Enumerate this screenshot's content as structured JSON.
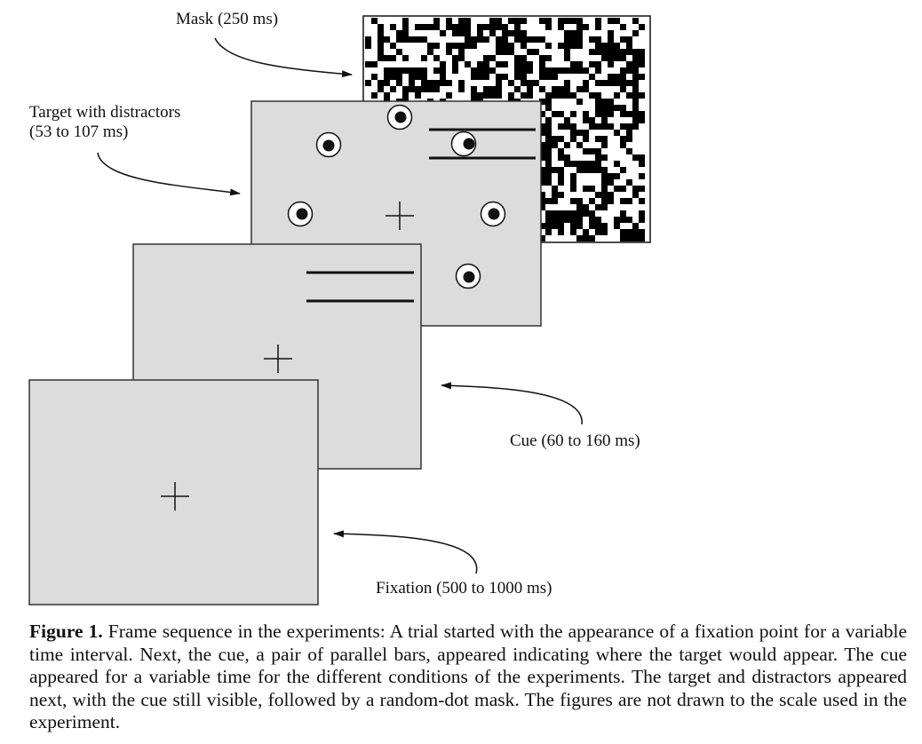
{
  "frames": [
    {
      "id": "mask",
      "label_line1": "Mask (250 ms)"
    },
    {
      "id": "target",
      "label_line1": "Target with distractors",
      "label_line2": "(53 to 107 ms)"
    },
    {
      "id": "cue",
      "label_line1": "Cue (60 to 160 ms)"
    },
    {
      "id": "fixation",
      "label_line1": "Fixation (500 to 1000 ms)"
    }
  ],
  "caption": {
    "figure_label": "Figure 1.",
    "text": "Frame sequence in the experiments: A trial started with the appearance of a fixation point for a variable time interval. Next, the cue, a pair of parallel bars, appeared indicating where the target would appear. The cue appeared for a variable time for the different conditions of the experiments. The target and distractors appeared next, with the cue still visible, followed by a random-dot mask. The figures are not drawn to the scale used in the experiment."
  },
  "colors": {
    "frame_fill": "#dcdcdc",
    "frame_stroke": "#333333",
    "ink": "#111111",
    "mask_black": "#000000",
    "mask_white": "#ffffff"
  }
}
